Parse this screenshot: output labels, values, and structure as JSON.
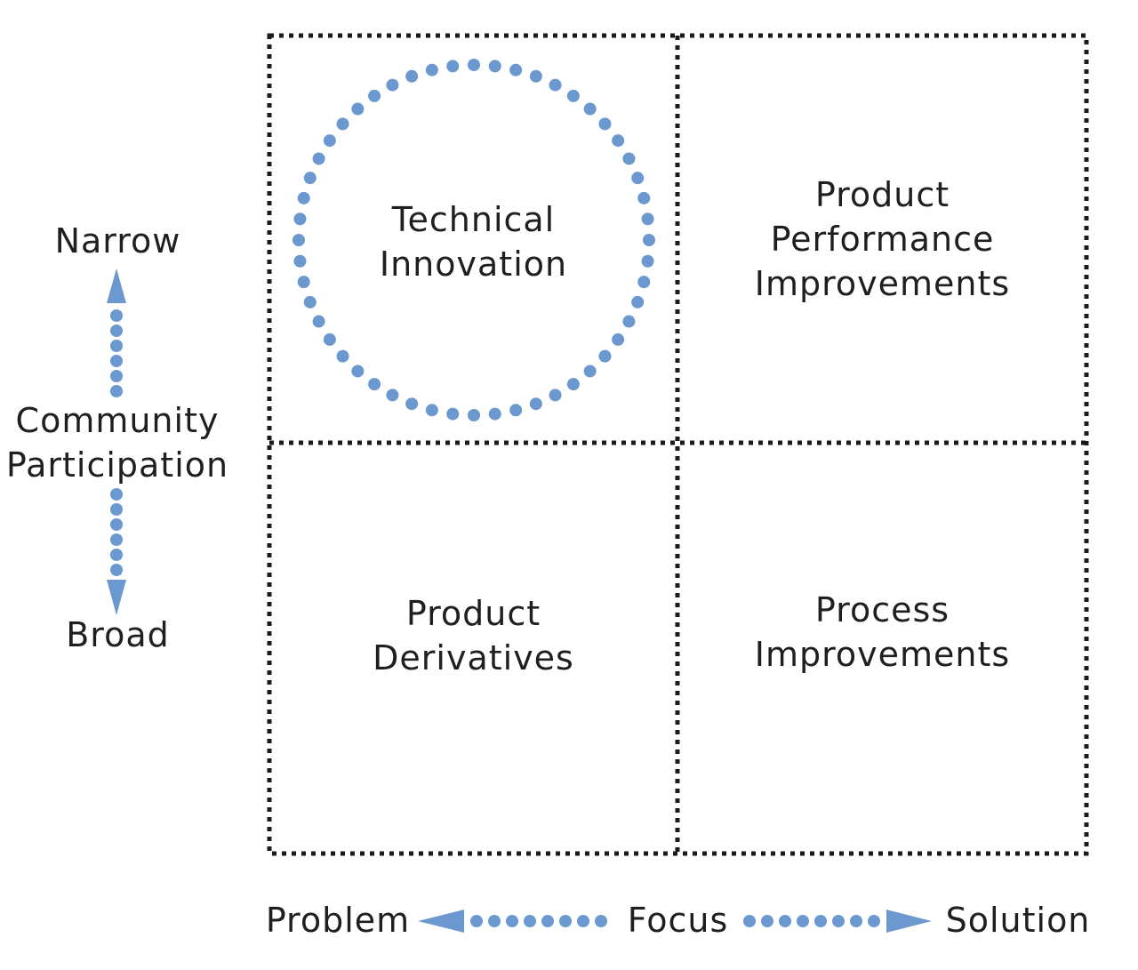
{
  "colors": {
    "accent": "#6b98cf",
    "grid_dots": "#1a1a1a",
    "text": "#1f1f1f",
    "background": "#ffffff"
  },
  "quadrants": {
    "top_left": {
      "line1": "Technical",
      "line2": "Innovation",
      "highlighted": true
    },
    "top_right": {
      "line1": "Product",
      "line2": "Performance",
      "line3": "Improvements"
    },
    "bottom_left": {
      "line1": "Product",
      "line2": "Derivatives"
    },
    "bottom_right": {
      "line1": "Process",
      "line2": "Improvements"
    }
  },
  "vertical_axis": {
    "top": "Narrow",
    "middle_line1": "Community",
    "middle_line2": "Participation",
    "bottom": "Broad"
  },
  "horizontal_axis": {
    "left": "Problem",
    "middle": "Focus",
    "right": "Solution"
  }
}
